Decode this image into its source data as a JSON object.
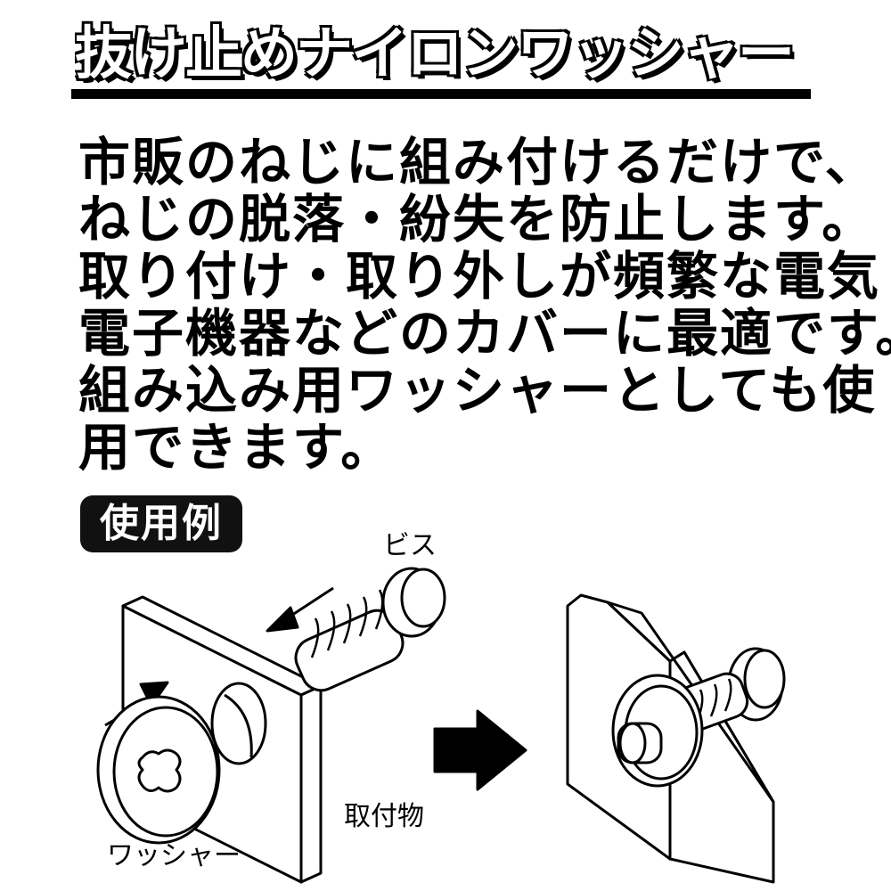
{
  "title": "抜け止めナイロンワッシャー",
  "description_lines": [
    "市販のねじに組み付けるだけで、",
    "ねじの脱落・紛失を防止します。",
    "取り付け・取り外しが頻繁な電気",
    "電子機器などのカバーに最適です。",
    "組み込み用ワッシャーとしても使",
    "用できます。"
  ],
  "usage_example_label": "使用例",
  "diagram_labels": {
    "screw": "ビス",
    "mounting_part": "取付物",
    "washer": "ワッシャー"
  }
}
